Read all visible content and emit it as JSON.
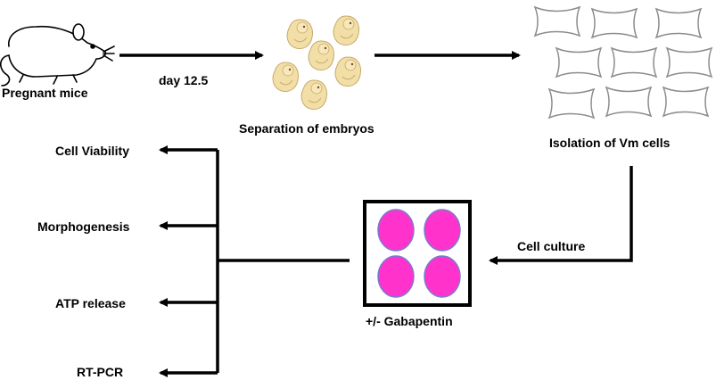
{
  "colors": {
    "stroke": "#000000",
    "embryo": "#f2dfa7",
    "embryo_outline": "#c9a96a",
    "well_fill": "#ff33cc",
    "well_outline": "#7a7ad0",
    "cell_outline": "#8c8c8c"
  },
  "icons": [
    "mouse-icon",
    "embryo-icon",
    "vm-cell-icon",
    "culture-plate-icon"
  ],
  "labels": {
    "pregnant_mice": "Pregnant mice",
    "day": "day 12.5",
    "separation": "Separation of embryos",
    "isolation": "Isolation of Vm cells",
    "cell_culture": "Cell culture",
    "gabapentin": "+/- Gabapentin"
  },
  "outputs": [
    "Cell Viability",
    "Morphogenesis",
    "ATP release",
    "RT-PCR"
  ]
}
